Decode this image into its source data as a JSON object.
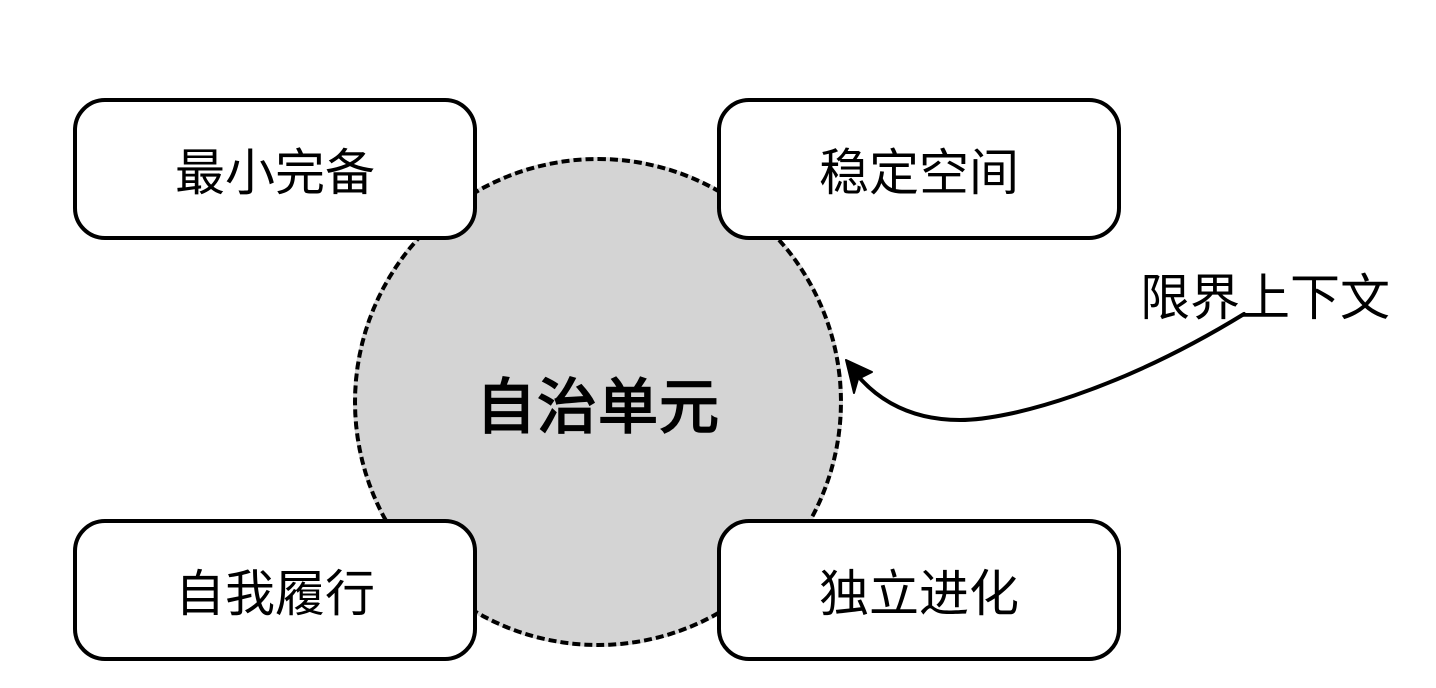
{
  "diagram": {
    "center": {
      "label": "自治单元"
    },
    "corners": {
      "top_left": "最小完备",
      "top_right": "稳定空间",
      "bottom_left": "自我履行",
      "bottom_right": "独立进化"
    },
    "external": {
      "label": "限界上下文"
    }
  },
  "colors": {
    "circle_fill": "#d4d4d4",
    "stroke": "#000000",
    "box_fill": "#ffffff"
  }
}
